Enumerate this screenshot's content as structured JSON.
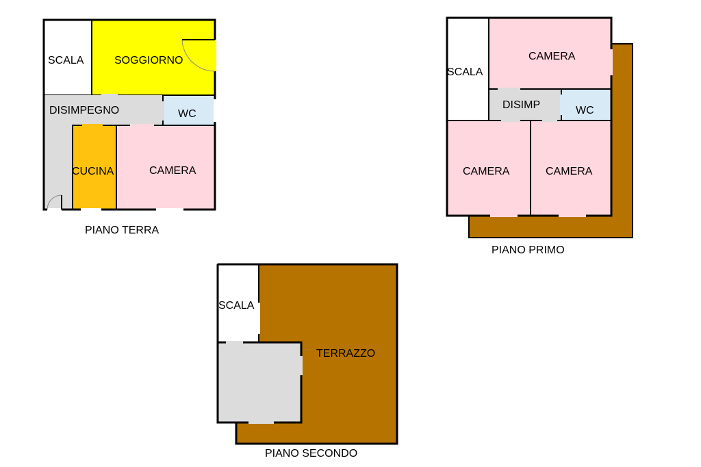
{
  "colors": {
    "wall": "#000000",
    "stair": "#ffffff",
    "living": "#ffff00",
    "hall": "#dcdcdc",
    "wc": "#d9eaf7",
    "kitchen": "#ffc20e",
    "bedroom": "#ffd7de",
    "terrace": "#b67300"
  },
  "ground_floor": {
    "title": "PIANO TERRA",
    "scala": "SCALA",
    "soggiorno": "SOGGIORNO",
    "disimpegno": "DISIMPEGNO",
    "wc": "WC",
    "cucina": "CUCINA",
    "camera": "CAMERA"
  },
  "first_floor": {
    "title": "PIANO PRIMO",
    "scala": "SCALA",
    "camera_top": "CAMERA",
    "disimp": "DISIMP",
    "wc": "WC",
    "camera_left": "CAMERA",
    "camera_right": "CAMERA"
  },
  "second_floor": {
    "title": "PIANO SECONDO",
    "scala": "SCALA",
    "terrazzo": "TERRAZZO"
  }
}
